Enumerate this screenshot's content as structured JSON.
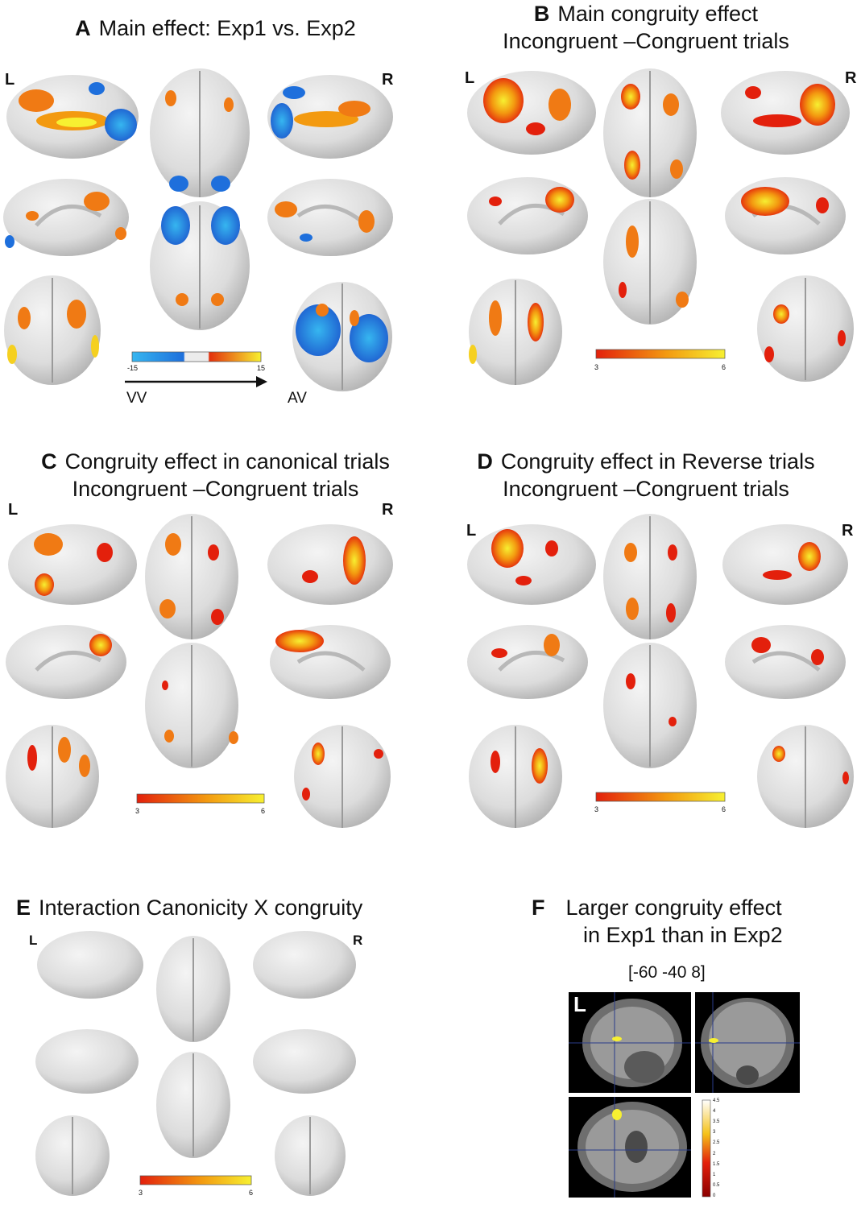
{
  "panels": {
    "A": {
      "letter": "A",
      "title1": "Main effect: Exp1 vs. Exp2",
      "left": "L",
      "right": "R",
      "cbar_min": "-15",
      "cbar_max": "15",
      "arrow_left": "VV",
      "arrow_right": "AV"
    },
    "B": {
      "letter": "B",
      "title1": "Main congruity effect",
      "title2": "Incongruent –Congruent trials",
      "left": "L",
      "right": "R",
      "cbar_min": "3",
      "cbar_max": "6"
    },
    "C": {
      "letter": "C",
      "title1": "Congruity effect in canonical trials",
      "title2": "Incongruent –Congruent trials",
      "left": "L",
      "right": "R",
      "cbar_min": "3",
      "cbar_max": "6"
    },
    "D": {
      "letter": "D",
      "title1": "Congruity effect in Reverse trials",
      "title2": "Incongruent –Congruent trials",
      "left": "L",
      "right": "R",
      "cbar_min": "3",
      "cbar_max": "6"
    },
    "E": {
      "letter": "E",
      "title1": "Interaction Canonicity X congruity",
      "left": "L",
      "right": "R",
      "cbar_min": "3",
      "cbar_max": "6"
    },
    "F": {
      "letter": "F",
      "title1": "Larger congruity effect",
      "title2": "in Exp1 than in Exp2",
      "coord": "[-60 -40 8]",
      "slice_label": "L",
      "scale_ticks": [
        "4.5",
        "4",
        "3.5",
        "3",
        "2.5",
        "2",
        "1.5",
        "1",
        "0.5",
        "0"
      ]
    }
  },
  "colors": {
    "brain": "#d9d9d9",
    "hot_low": "#e3200c",
    "hot_mid": "#f08a0e",
    "hot_high": "#f5ee2c",
    "cool": "#1e6fdc",
    "cool_light": "#36b6f0"
  }
}
